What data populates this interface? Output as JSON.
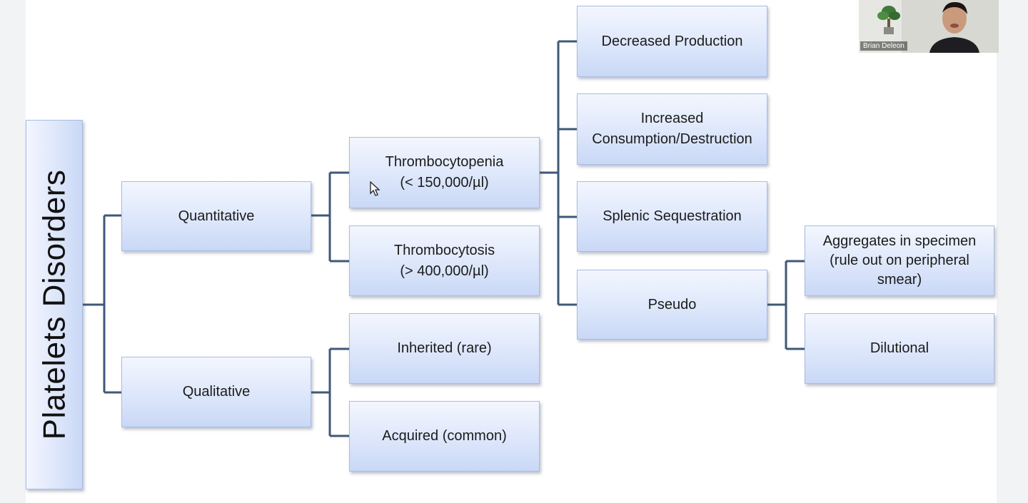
{
  "diagram": {
    "root": "Platelets Disorders",
    "quantitative": "Quantitative",
    "qualitative": "Qualitative",
    "thrombocytopenia": "Thrombocytopenia\n(< 150,000/µl)",
    "thrombocytosis": "Thrombocytosis\n(> 400,000/µl)",
    "inherited": "Inherited (rare)",
    "acquired": "Acquired (common)",
    "decreased_production": "Decreased Production",
    "increased_consumption": "Increased\nConsumption/Destruction",
    "splenic_sequestration": "Splenic Sequestration",
    "pseudo": "Pseudo",
    "aggregates": "Aggregates in specimen\n(rule out on peripheral\nsmear)",
    "dilutional": "Dilutional"
  },
  "video": {
    "participant_name": "Brian Deleon"
  },
  "colors": {
    "box_top": "#f3f6fe",
    "box_bottom": "#c9d8f6",
    "connector": "#3f5878"
  }
}
